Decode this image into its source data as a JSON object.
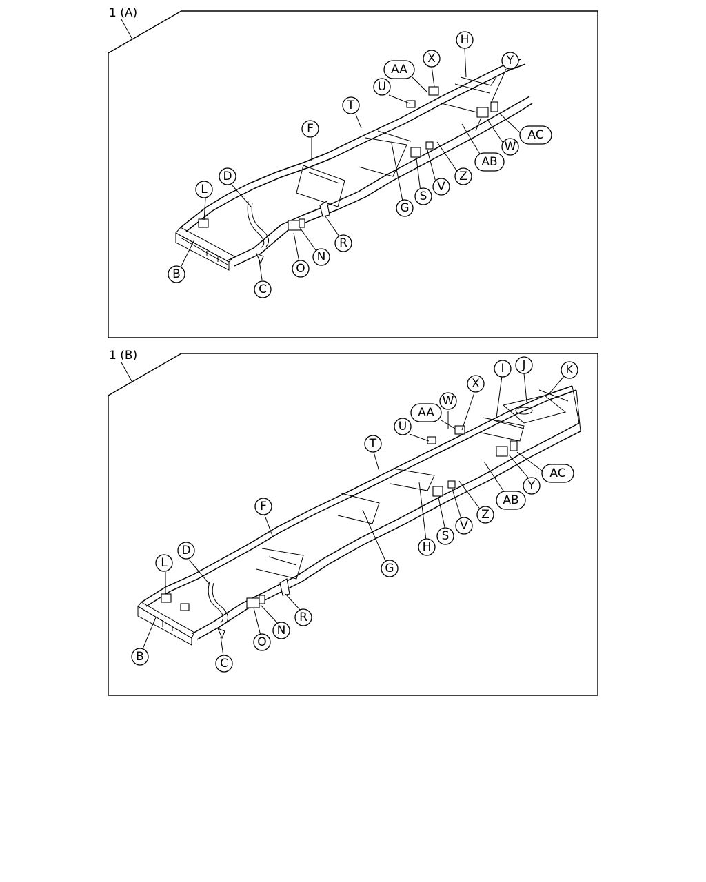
{
  "panels": [
    {
      "title": "1 (A)",
      "labels": [
        "AA",
        "X",
        "H",
        "Y",
        "U",
        "T",
        "F",
        "D",
        "L",
        "AC",
        "W",
        "AB",
        "Z",
        "V",
        "S",
        "G",
        "R",
        "N",
        "O",
        "B",
        "C"
      ]
    },
    {
      "title": "1 (B)",
      "labels": [
        "I",
        "J",
        "K",
        "W",
        "X",
        "AA",
        "U",
        "T",
        "F",
        "D",
        "L",
        "AC",
        "Y",
        "AB",
        "Z",
        "V",
        "S",
        "H",
        "G",
        "R",
        "N",
        "O",
        "B",
        "C"
      ]
    }
  ]
}
